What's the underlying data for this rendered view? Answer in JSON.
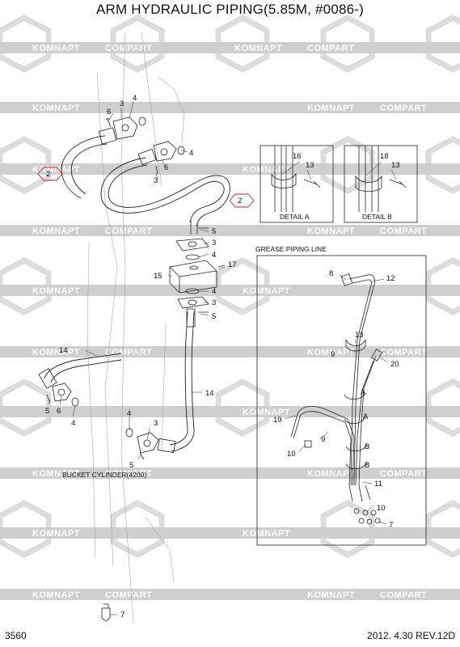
{
  "title": "ARM HYDRAULIC PIPING(5.85M, #0086-)",
  "page_number": "3560",
  "revision": "2012. 4.30  REV.12D",
  "watermarks": {
    "left": "KOMNAPT",
    "right": "COMPART"
  },
  "details": {
    "a": "DETAIL A",
    "b": "DETAIL B"
  },
  "grease_panel_title": "GREASE PIPING LINE",
  "bucket_cylinder_caption": "BUCKET CYLINDER(4200)",
  "callouts": {
    "c2a": "2",
    "c2b": "2",
    "c3a": "3",
    "c4a": "4",
    "c6a": "6",
    "c4b": "4",
    "c6b": "6",
    "c3b": "3",
    "c5a": "5",
    "c3c": "3",
    "c4c": "4",
    "c17": "17",
    "c15": "15",
    "c4d": "4",
    "c3d": "3",
    "c5b": "5",
    "c14a": "14",
    "c14b": "14",
    "c5c": "5",
    "c6c": "6",
    "c4e": "4",
    "c4f": "4",
    "c3e": "3",
    "c5d": "5",
    "c7a": "7",
    "c16": "16",
    "c13a": "13",
    "c18": "18",
    "c13b": "13",
    "c8": "8",
    "c12": "12",
    "c13c": "13",
    "c9a": "9",
    "c20": "20",
    "cA1": "A",
    "cA2": "A",
    "c19": "19",
    "c9b": "9",
    "c10a": "10",
    "cB1": "B",
    "cB2": "B",
    "c11": "11",
    "c10b": "10",
    "c7b": "7"
  },
  "colors": {
    "highlight": "#cc2222",
    "line": "#222222",
    "watermark": "#c9c9c9"
  }
}
